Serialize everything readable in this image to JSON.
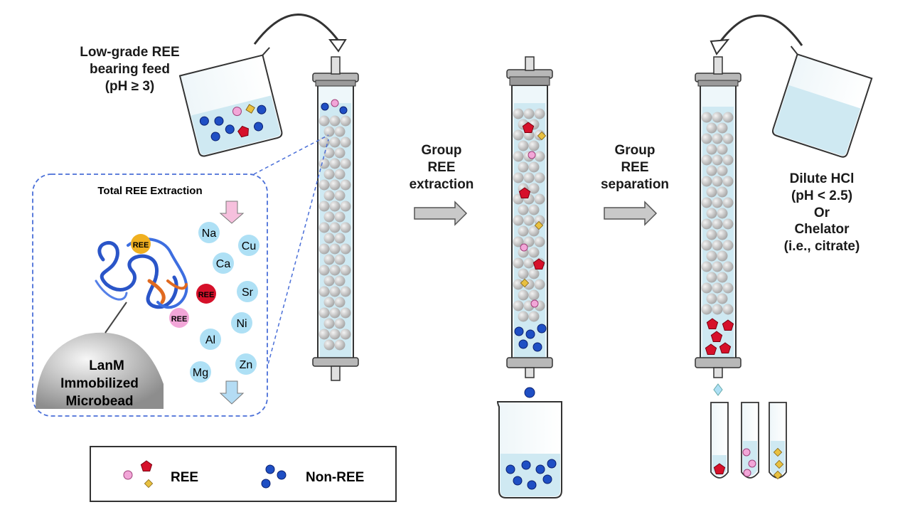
{
  "feed_label": "Low-grade REE\nbearing feed\n(pH ≥ 3)",
  "step1_label": "Group\nREE\nextraction",
  "step2_label": "Group\nREE\nseparation",
  "eluent_label": "Dilute HCl\n(pH < 2.5)\nOr\nChelator\n(i.e., citrate)",
  "inset": {
    "title": "Total REE Extraction",
    "bead_label": "LanM\nImmobilized\nMicrobead",
    "ree_tag": "REE",
    "ions": [
      "Na",
      "Cu",
      "Ca",
      "Sr",
      "Ni",
      "Al",
      "Zn",
      "Mg"
    ]
  },
  "legend": {
    "ree": "REE",
    "non_ree": "Non-REE"
  },
  "colors": {
    "liquid": "#cfe9f2",
    "bead": "#c8c8c8",
    "non_ree": "#1f4fc4",
    "ree_pink": "#f2a6d8",
    "ree_red": "#d6102a",
    "ree_yellow": "#e8c040",
    "ion": "#aee0f5",
    "arrow_gray": "#c9c9c9",
    "dash_blue": "#4a6fd8"
  }
}
